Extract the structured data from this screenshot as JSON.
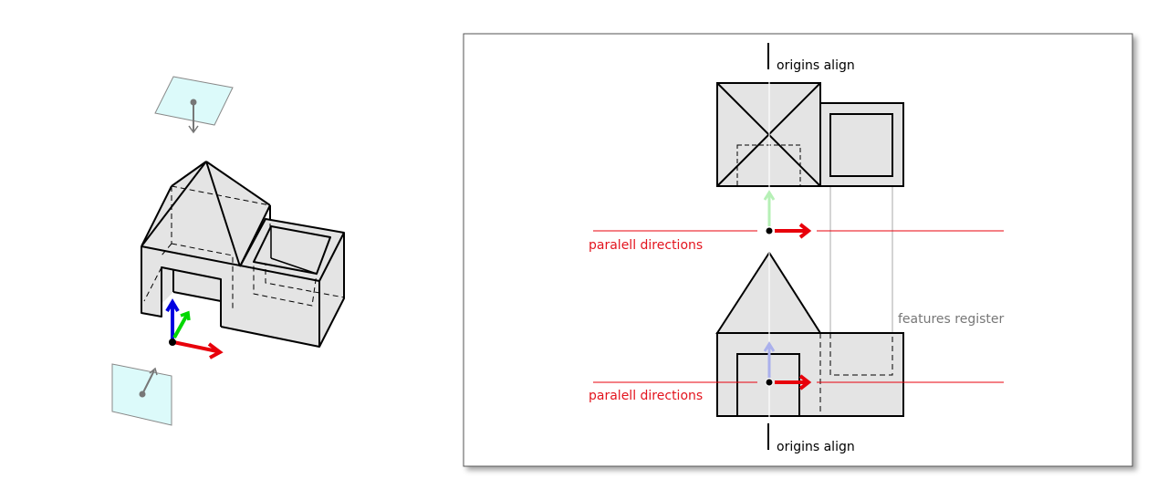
{
  "labels": {
    "origins_align_top": "origins align",
    "origins_align_bottom": "origins align",
    "parallel_directions_top": "paralell directions",
    "parallel_directions_bottom": "paralell directions",
    "features_register": "features register"
  },
  "colors": {
    "x_axis": "#e8000b",
    "y_axis": "#00d800",
    "z_axis": "#0000e0",
    "y_axis_faded": "#b6f0b6",
    "z_axis_faded": "#aab0ec",
    "solid_fill": "#e4e4e4",
    "plane_fill": "#dcfafa",
    "label_red": "#e3141e",
    "label_grey": "#777777"
  }
}
